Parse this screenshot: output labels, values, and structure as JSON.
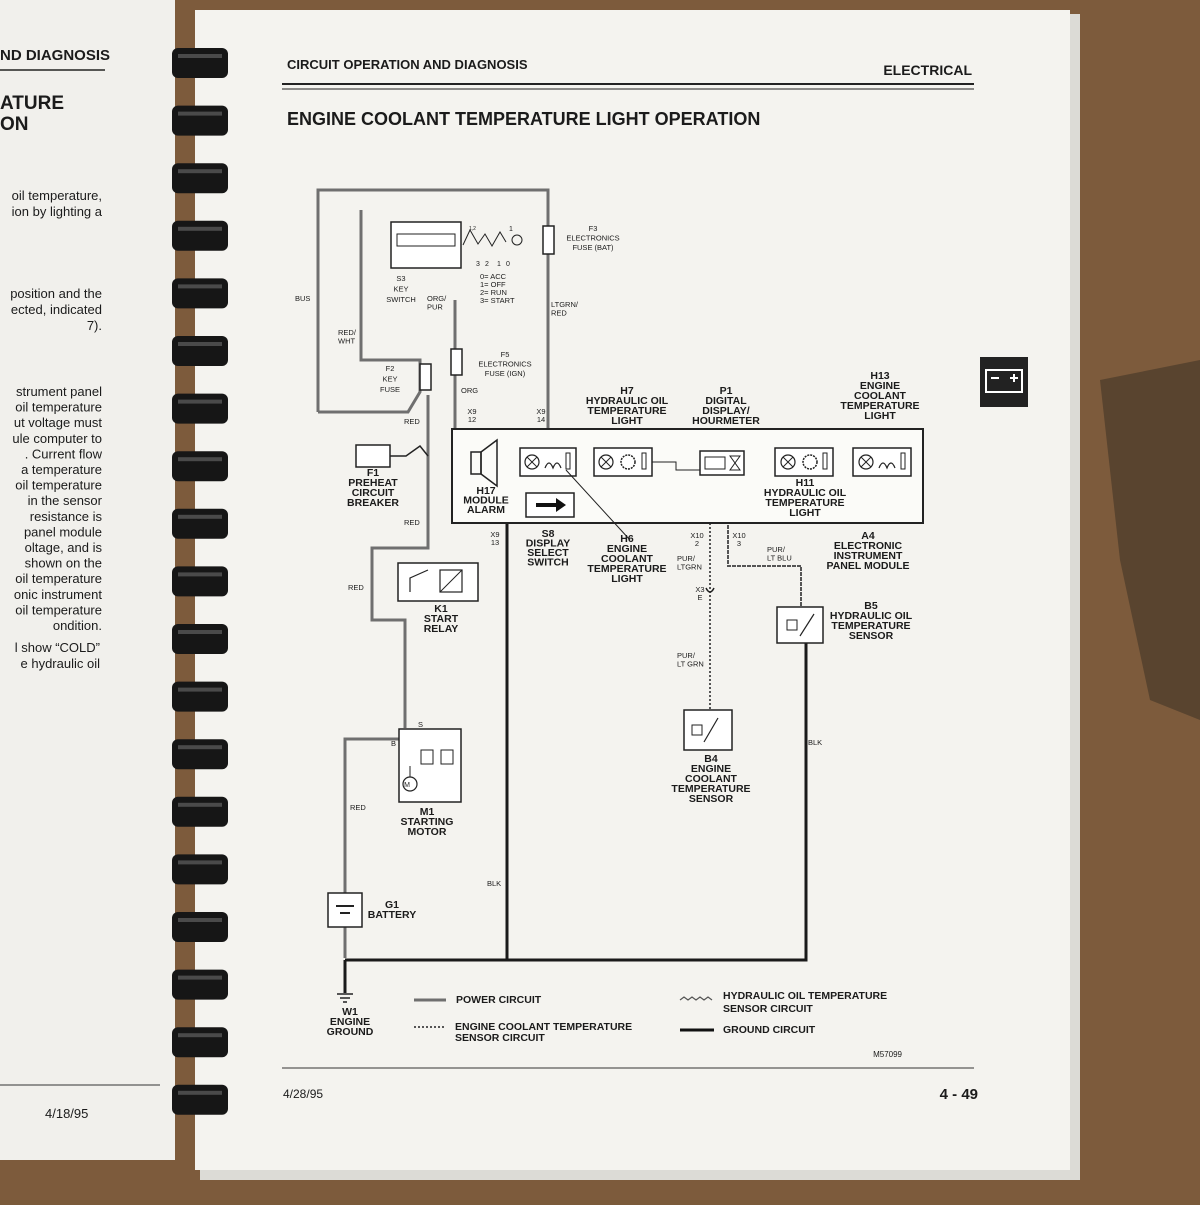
{
  "left_page": {
    "header": "ND DIAGNOSIS",
    "title_lines": [
      "ATURE",
      "ON"
    ],
    "para1": [
      "oil temperature,",
      "ion by lighting a"
    ],
    "para2": [
      "position and the",
      "ected, indicated",
      "7)."
    ],
    "para3": [
      "strument panel",
      "oil temperature",
      "ut voltage must",
      "ule computer to",
      ". Current flow",
      "a temperature",
      "oil temperature",
      "in the sensor",
      "resistance is",
      "panel module",
      "oltage, and is",
      "shown on the",
      "oil temperature",
      "onic instrument",
      "oil temperature",
      "ondition."
    ],
    "para4": [
      "l show “COLD”",
      "e hydraulic oil"
    ],
    "footer_date": "4/18/95"
  },
  "right_page": {
    "header_left": "CIRCUIT OPERATION AND DIAGNOSIS",
    "header_right": "ELECTRICAL",
    "title": "ENGINE COOLANT TEMPERATURE LIGHT OPERATION",
    "footer_date": "4/28/95",
    "page_number": "4 - 49",
    "figure_id": "M57099",
    "tab_icon": "battery-icon"
  },
  "diagram": {
    "f3": [
      "F3",
      "ELECTRONICS",
      "FUSE  (BAT)"
    ],
    "s3": [
      "S3",
      "KEY",
      "SWITCH"
    ],
    "key_positions": [
      "0= ACC",
      "1= OFF",
      "2= RUN",
      "3= START"
    ],
    "key_switch_numbers": [
      "1,2",
      "3",
      "2",
      "1",
      "0",
      "1"
    ],
    "f2": [
      "F2",
      "KEY",
      "FUSE"
    ],
    "f5": [
      "F5",
      "ELECTRONICS",
      "FUSE  (IGN)"
    ],
    "f1": [
      "F1",
      "PREHEAT",
      "CIRCUIT",
      "BREAKER"
    ],
    "k1": [
      "K1",
      "START",
      "RELAY"
    ],
    "m1": [
      "M1",
      "STARTING",
      "MOTOR"
    ],
    "g1": [
      "G1",
      "BATTERY"
    ],
    "w1": [
      "W1",
      "ENGINE",
      "GROUND"
    ],
    "h17": [
      "H17",
      "MODULE",
      "ALARM"
    ],
    "s8": [
      "S8",
      "DISPLAY",
      "SELECT",
      "SWITCH"
    ],
    "h6": [
      "H6",
      "ENGINE",
      "COOLANT",
      "TEMPERATURE",
      "LIGHT"
    ],
    "h7": [
      "H7",
      "HYDRAULIC OIL",
      "TEMPERATURE",
      "LIGHT"
    ],
    "p1": [
      "P1",
      "DIGITAL",
      "DISPLAY/",
      "HOURMETER"
    ],
    "h13": [
      "H13",
      "ENGINE",
      "COOLANT",
      "TEMPERATURE",
      "LIGHT"
    ],
    "h11": [
      "H11",
      "HYDRAULIC OIL",
      "TEMPERATURE",
      "LIGHT"
    ],
    "a4": [
      "A4",
      "ELECTRONIC",
      "INSTRUMENT",
      "PANEL MODULE"
    ],
    "b5": [
      "B5",
      "HYDRAULIC OIL",
      "TEMPERATURE",
      "SENSOR"
    ],
    "b4": [
      "B4",
      "ENGINE",
      "COOLANT",
      "TEMPERATURE",
      "SENSOR"
    ],
    "wires": {
      "bus": "BUS",
      "red_wht": [
        "RED/",
        "WHT"
      ],
      "org_pur": [
        "ORG/",
        "PUR"
      ],
      "ltgrn_red": [
        "LTGRN/",
        "RED"
      ],
      "org": "ORG",
      "red1": "RED",
      "red2": "RED",
      "red3": "RED",
      "red4": "RED",
      "blk1": "BLK",
      "blk2": "BLK",
      "pur_ltgrn1": [
        "PUR/",
        "LTGRN"
      ],
      "pur_ltgrn2": [
        "PUR/",
        "LT GRN"
      ],
      "pur_ltblu": [
        "PUR/",
        "LT BLU"
      ],
      "s_label": "S",
      "b_label": "B",
      "m_label": "M"
    },
    "connectors": {
      "x9_12": [
        "X9",
        "12"
      ],
      "x9_14": [
        "X9",
        "14"
      ],
      "x9_13": [
        "X9",
        "13"
      ],
      "x10_2": [
        "X10",
        "2"
      ],
      "x10_3": [
        "X10",
        "3"
      ],
      "x3_e": [
        "X3",
        "E"
      ]
    },
    "legend": {
      "power": "POWER  CIRCUIT",
      "coolant": [
        "ENGINE  COOLANT  TEMPERATURE",
        "SENSOR  CIRCUIT"
      ],
      "hydraulic": [
        "HYDRAULIC  OIL TEMPERATURE",
        "SENSOR  CIRCUIT"
      ],
      "ground": "GROUND  CIRCUIT"
    }
  }
}
